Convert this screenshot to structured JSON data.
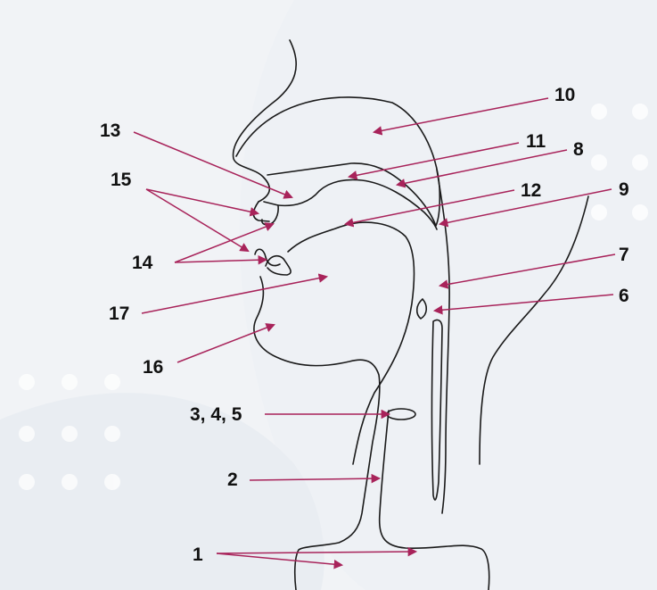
{
  "colors": {
    "background_panel": "#f1f3f6",
    "background_shape": "#e8ecf1",
    "outline": "#1a1a1a",
    "pointer": "#a8235a",
    "label": "#111111"
  },
  "labels": {
    "l1": "1",
    "l2": "2",
    "l345": "3, 4, 5",
    "l6": "6",
    "l7": "7",
    "l8": "8",
    "l9": "9",
    "l10": "10",
    "l11": "11",
    "l12": "12",
    "l13": "13",
    "l14": "14",
    "l15": "15",
    "l16": "16",
    "l17": "17"
  }
}
